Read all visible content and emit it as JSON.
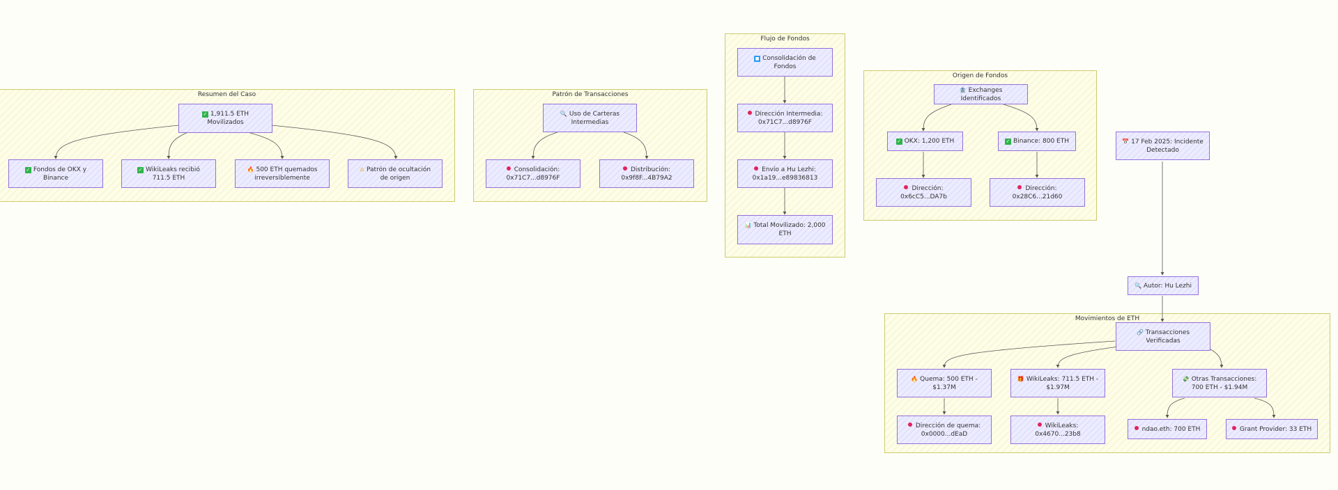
{
  "clusters": {
    "resumen": {
      "title": "Resumen del Caso"
    },
    "patron": {
      "title": "Patrón de Transacciones"
    },
    "flujo": {
      "title": "Flujo de Fondos"
    },
    "origen": {
      "title": "Origen de Fondos"
    },
    "movimientos": {
      "title": "Movimientos de ETH"
    }
  },
  "nodes": {
    "movilizados": {
      "icon": "check-box-icon",
      "line1": "1,911.5 ETH",
      "line2": "Movilizados"
    },
    "fondos_okx": {
      "icon": "check-box-icon",
      "line1": "Fondos de OKX y",
      "line2": "Binance"
    },
    "wikileaks_recibio": {
      "icon": "check-box-icon",
      "line1": "WikiLeaks recibió",
      "line2": "711.5 ETH"
    },
    "quemados": {
      "icon": "fire-icon",
      "line1": "500 ETH quemados",
      "line2": "irreversiblemente"
    },
    "patron_ocultacion": {
      "icon": "warning-icon",
      "line1": "Patrón de ocultación",
      "line2": "de origen"
    },
    "carteras": {
      "icon": "magnifier-icon",
      "line1": "Uso de Carteras",
      "line2": "Intermedias"
    },
    "consolidacion_addr": {
      "icon": "pin-icon",
      "line1": "Consolidación:",
      "line2": "0x71C7...d8976F"
    },
    "distribucion": {
      "icon": "pin-icon",
      "line1": "Distribución:",
      "line2": "0x9f8F...4B79A2"
    },
    "consolidacion_fondos": {
      "icon": "blue-square-icon",
      "line1": "Consolidación de",
      "line2": "Fondos"
    },
    "direccion_intermedia": {
      "icon": "pin-icon",
      "line1": "Dirección Intermedia:",
      "line2": "0x71C7...d8976F"
    },
    "envio_hu": {
      "icon": "pin-icon",
      "line1": "Envío a Hu Lezhi:",
      "line2": "0x1a19...e89836813"
    },
    "total_movilizado": {
      "icon": "bar-chart-icon",
      "line1": "Total Movilizado: 2,000",
      "line2": "ETH"
    },
    "exchanges": {
      "icon": "bank-icon",
      "line1": "Exchanges Identificados",
      "line2": ""
    },
    "okx": {
      "icon": "check-box-icon",
      "line1": "OKX: 1,200 ETH",
      "line2": ""
    },
    "binance": {
      "icon": "check-box-icon",
      "line1": "Binance: 800 ETH",
      "line2": ""
    },
    "dir_okx": {
      "icon": "pin-icon",
      "line1": "Dirección:",
      "line2": "0x6cC5...DA7b"
    },
    "dir_binance": {
      "icon": "pin-icon",
      "line1": "Dirección:",
      "line2": "0x28C6...21d60"
    },
    "incidente": {
      "icon": "calendar-icon",
      "line1": "17 Feb 2025: Incidente",
      "line2": "Detectado"
    },
    "autor": {
      "icon": "magnifier-icon",
      "line1": "Autor: Hu Lezhi",
      "line2": ""
    },
    "transacciones": {
      "icon": "link-icon",
      "line1": "Transacciones",
      "line2": "Verificadas"
    },
    "quema": {
      "icon": "fire-icon",
      "line1": "Quema: 500 ETH -",
      "line2": "$1.37M"
    },
    "wikileaks_amount": {
      "icon": "gift-icon",
      "line1": "WikiLeaks: 711.5 ETH -",
      "line2": "$1.97M"
    },
    "otras": {
      "icon": "money-icon",
      "line1": "Otras Transacciones:",
      "line2": "700 ETH - $1.94M"
    },
    "dir_quema": {
      "icon": "pin-icon",
      "line1": "Dirección de quema:",
      "line2": "0x0000...dEaD"
    },
    "wikileaks_addr": {
      "icon": "pin-icon",
      "line1": "WikiLeaks:",
      "line2": "0x4670...23b8"
    },
    "ndao": {
      "icon": "pin-icon",
      "line1": "ndao.eth: 700 ETH",
      "line2": ""
    },
    "grant": {
      "icon": "pin-icon",
      "line1": "Grant Provider: 33 ETH",
      "line2": ""
    }
  },
  "colors": {
    "background": "#fefef9",
    "cluster_border": "#cccb6b",
    "cluster_fill": "#fdfde8",
    "node_border": "#9370db",
    "node_fill": "#ececff",
    "edge": "#555555"
  }
}
